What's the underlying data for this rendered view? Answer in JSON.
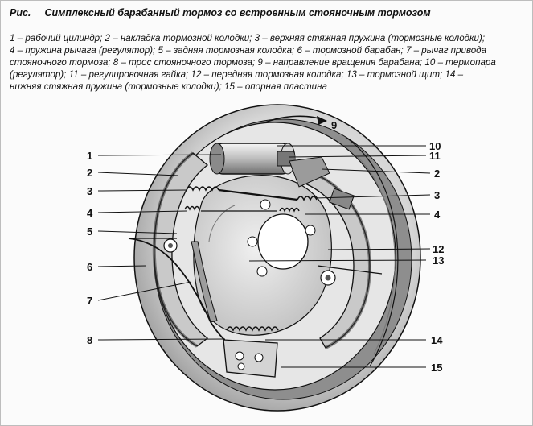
{
  "figure": {
    "prefix": "Рис.",
    "title": "Симплексный барабанный тормоз со встроенным стояночным тормозом",
    "caption_lines": [
      "1 – рабочий цилиндр; 2 – накладка тормозной колодки; 3 – верхняя стяжная пружина (тормозные колодки);",
      "4 – пружина рычага (регулятор); 5 – задняя тормозная колодка; 6 – тормозной барабан; 7 – рычаг привода",
      "стояночного тормоза; 8 – трос стояночного тормоза; 9 – направление вращения барабана; 10 – термопара",
      "(регулятор); 11 – регулировочная гайка; 12 – передняя тормозная колодка; 13 – тормозной щит; 14 –",
      "нижняя стяжная пружина (тормозные колодки); 15 – опорная пластина"
    ]
  },
  "callouts": {
    "left": [
      "1",
      "2",
      "3",
      "4",
      "5",
      "6",
      "7",
      "8"
    ],
    "right": [
      "10",
      "11",
      "2",
      "3",
      "4",
      "12",
      "13",
      "14",
      "15"
    ],
    "top": "9"
  },
  "colors": {
    "line": "#111111",
    "metal": "#cfcfcf",
    "dark": "#6e6e6e",
    "paper": "#fbfbfb"
  }
}
